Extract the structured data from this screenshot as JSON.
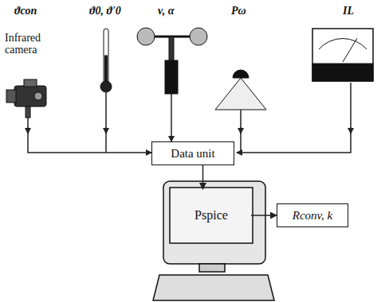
{
  "diagram": {
    "nodes": [
      {
        "text": [
          "Data unit"
        ]
      },
      {
        "text": [
          "Pspice"
        ]
      },
      {
        "text": [
          "Rconv, k"
        ]
      }
    ],
    "edges": [
      {
        "from": 0,
        "to": 1,
        "arrow": "to"
      },
      {
        "from": 1,
        "to": 2,
        "arrow": "to"
      }
    ],
    "labels": [
      "ϑcon",
      "ϑ0, ϑ'0",
      "v, α",
      "Pω",
      "IL",
      "Infrared camera"
    ]
  }
}
